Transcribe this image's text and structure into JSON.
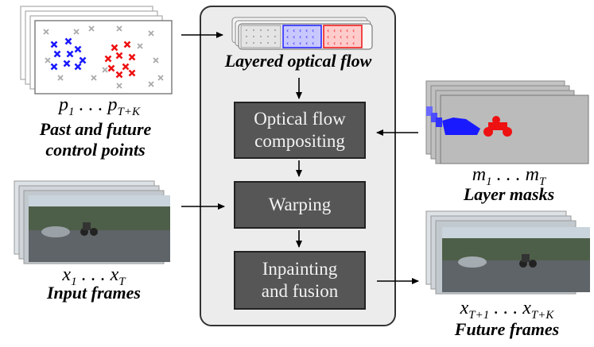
{
  "boxes": {
    "compositing": "Optical flow\ncompositing",
    "warping": "Warping",
    "inpainting": "Inpainting\nand fusion"
  },
  "labels": {
    "layered_flow": "Layered optical flow",
    "past_future_1": "Past and future",
    "past_future_2": "control points",
    "input_frames": "Input frames",
    "layer_masks": "Layer masks",
    "future_frames": "Future frames"
  },
  "math": {
    "control_points": "p₁ . . . p_{T+K}",
    "input_frames": "x₁ . . . x_T",
    "layer_masks": "m₁ . . . m_T",
    "future_frames": "x_{T+1} . . . x_{T+K}"
  },
  "colors": {
    "blue": "#1a1aff",
    "red": "#ee1111",
    "gray_cross": "#aaaaaa",
    "box": "#565656",
    "panel": "#ececec"
  },
  "icons": {
    "flow_blue": "arrow-left-grid",
    "flow_red": "arrow-left-grid",
    "flow_gray": "dot-grid"
  }
}
